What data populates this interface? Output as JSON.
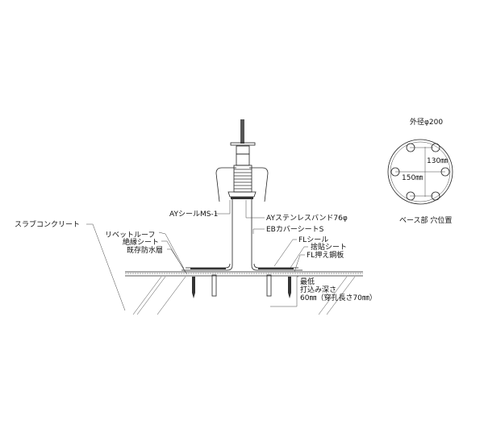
{
  "labels": {
    "outer_diameter": "外径φ200",
    "dim_130": "130㎜",
    "dim_150": "150㎜",
    "base_holes": "ベース部 穴位置",
    "ay_seal": "AYシールMS-1",
    "ay_band": "AYステンレスバンド76φ",
    "eb_cover": "EBカバーシートS",
    "slab": "スラブコンクリート",
    "rivet_roof": "リベットルーフ",
    "insulation_sheet": "絶縁シート",
    "existing_waterproof": "既存防水層",
    "fl_seal": "FLシール",
    "sacrificial_sheet": "捨貼シート",
    "fl_plate": "FL押え鋼板",
    "min": "最低",
    "drive_depth": "打込み深さ",
    "depth_value": "60㎜（穿孔長さ70㎜）"
  }
}
